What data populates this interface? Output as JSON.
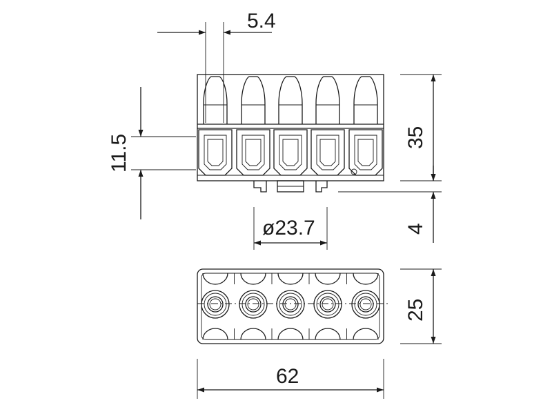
{
  "dimensions": {
    "width_total": "62",
    "height_total": "35",
    "depth": "25",
    "pitch": "5.4",
    "window_height": "11.5",
    "diameter": "ø23.7",
    "foot_height": "4"
  },
  "colors": {
    "line": "#1a1a1a",
    "background": "#ffffff"
  }
}
